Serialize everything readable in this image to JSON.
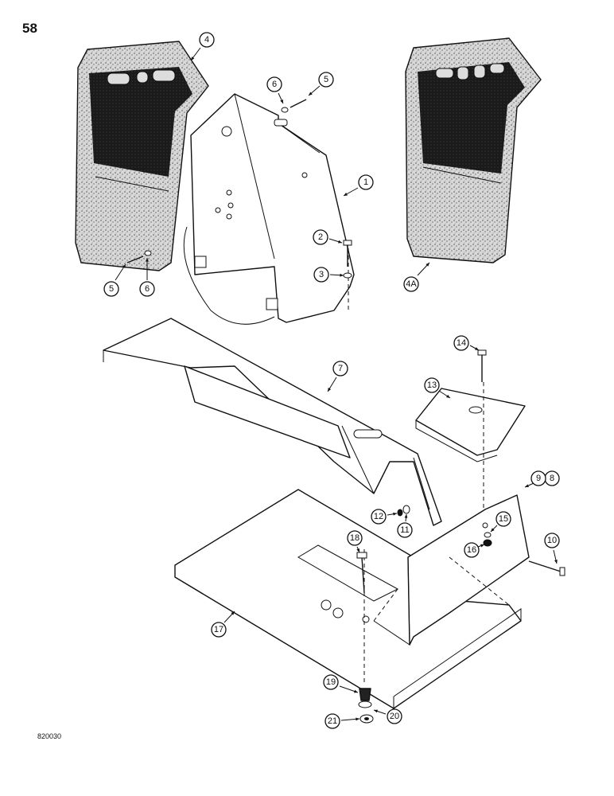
{
  "page_number": "58",
  "drawing_code": "820030",
  "callouts": [
    {
      "label": "1"
    },
    {
      "label": "2"
    },
    {
      "label": "3"
    },
    {
      "label": "4"
    },
    {
      "label": "4A"
    },
    {
      "label": "5"
    },
    {
      "label": "5"
    },
    {
      "label": "6"
    },
    {
      "label": "6"
    },
    {
      "label": "7"
    },
    {
      "label": "8"
    },
    {
      "label": "9"
    },
    {
      "label": "10"
    },
    {
      "label": "11"
    },
    {
      "label": "12"
    },
    {
      "label": "13"
    },
    {
      "label": "14"
    },
    {
      "label": "15"
    },
    {
      "label": "16"
    },
    {
      "label": "17"
    },
    {
      "label": "18"
    },
    {
      "label": "19"
    },
    {
      "label": "20"
    },
    {
      "label": "21"
    }
  ]
}
